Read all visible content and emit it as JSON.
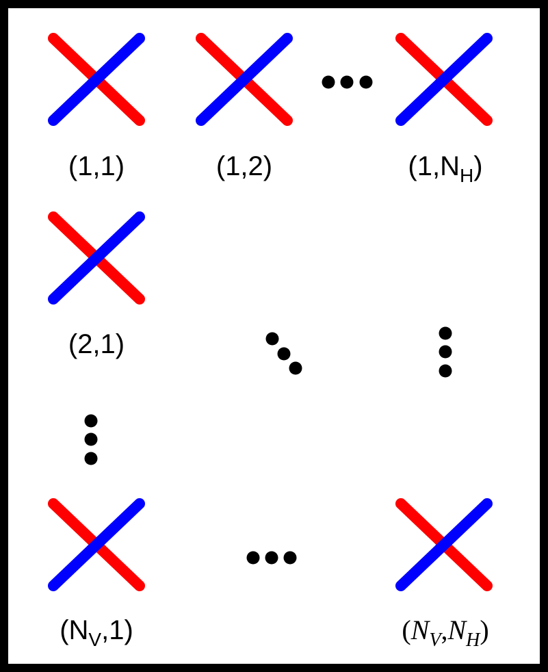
{
  "colors": {
    "red_arm": "#ff0000",
    "blue_arm": "#0000ff",
    "dots": "#000000",
    "border": "#000000",
    "background": "#ffffff"
  },
  "elements": {
    "e11": {
      "paren_open": "(",
      "text": "1,1",
      "paren_close": ")"
    },
    "e12": {
      "paren_open": "(",
      "text": "1,2",
      "paren_close": ")"
    },
    "e1NH": {
      "prefix": "(1,N",
      "sub": "H",
      "suffix": ")"
    },
    "e21": {
      "paren_open": "(",
      "text": "2,1",
      "paren_close": ")"
    },
    "eNV1": {
      "prefix": "(N",
      "sub": "V",
      "suffix": ",1)"
    },
    "eNVNH": {
      "open": "(",
      "n1": "N",
      "sub1": "V",
      "comma": ",",
      "n2": "N",
      "sub2": "H",
      "close": ")"
    }
  },
  "icons": {
    "cross": "red-blue-cross-icon",
    "ellipsis": "ellipsis-dots"
  }
}
